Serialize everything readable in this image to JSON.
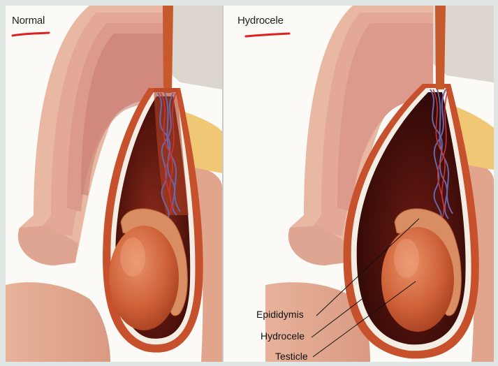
{
  "panels": [
    {
      "title": "Normal"
    },
    {
      "title": "Hydrocele"
    }
  ],
  "labels": {
    "epididymis": "Epididymis",
    "hydrocele": "Hydrocele",
    "testicle": "Testicle"
  },
  "colors": {
    "annotation_underline": "#e0201e",
    "skin": "#e9b59e",
    "tissue_pink": "#dc9a8c",
    "scrotal_wall": "#b43a1c",
    "fluid_dark": "#4a0f0c",
    "testicle": "#d2683f",
    "epididymis": "#d98d62",
    "fat": "#f2c068",
    "vessels_blue": "#6a67a8"
  }
}
